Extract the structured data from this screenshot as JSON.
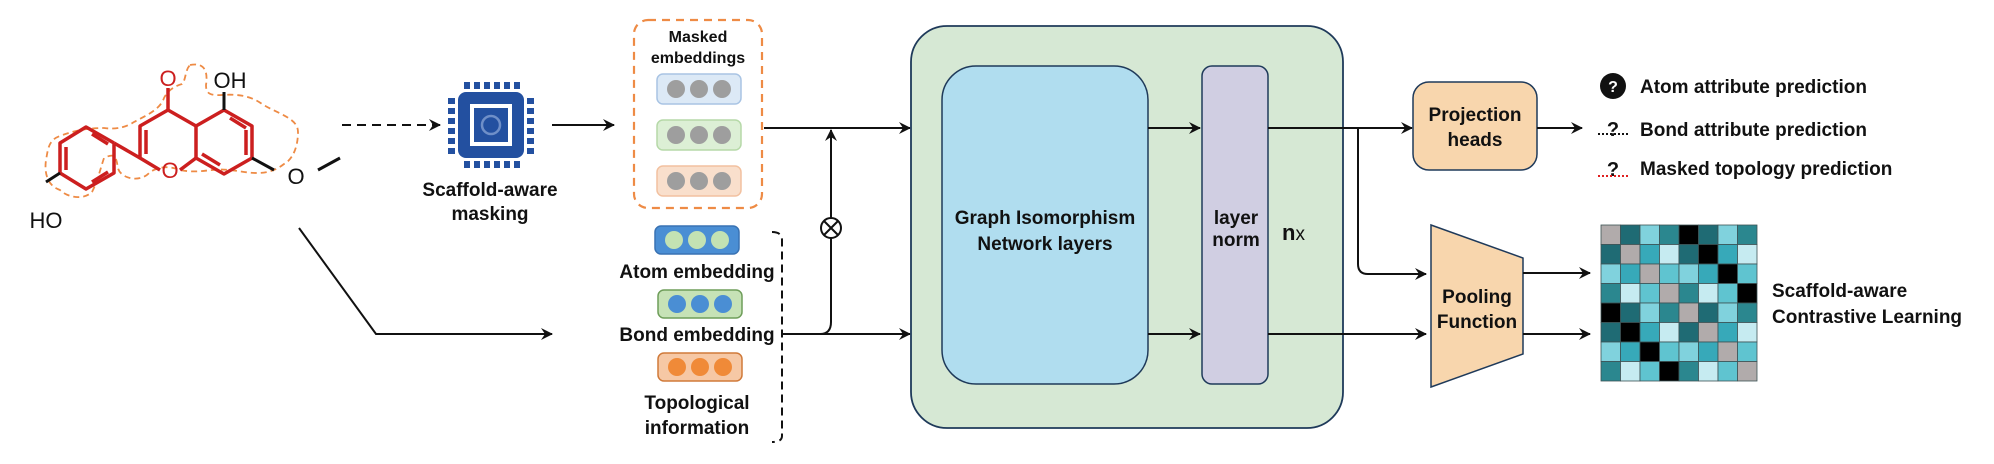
{
  "molecule": {
    "atom_labels": [
      "O",
      "OH",
      "O",
      "O",
      "HO"
    ],
    "scaffold_color": "#cc1f1f",
    "highlight_color": "#ee8b45"
  },
  "masking": {
    "label_line1": "Scaffold-aware",
    "label_line2": "masking",
    "chip_color": "#2350a0"
  },
  "masked_embeddings": {
    "title_line1": "Masked",
    "title_line2": "embeddings",
    "rows": [
      {
        "fill": "#dce9f6",
        "stroke": "#a9c4e4",
        "dot": "#9e9e9e"
      },
      {
        "fill": "#dcefd5",
        "stroke": "#b6d9a8",
        "dot": "#9e9e9e"
      },
      {
        "fill": "#f9dfcc",
        "stroke": "#f2c1a0",
        "dot": "#9e9e9e"
      }
    ]
  },
  "embeddings": [
    {
      "label": "Atom embedding",
      "fill": "#4a8ed4",
      "stroke": "#3972b3",
      "dot": "#c3e2b3"
    },
    {
      "label": "Bond embedding",
      "fill": "#c6e2b6",
      "stroke": "#6f9e5a",
      "dot": "#4a8ed4"
    },
    {
      "label_line1": "Topological",
      "label_line2": "information",
      "fill": "#f6c8a5",
      "stroke": "#d07a3a",
      "dot": "#f08a38"
    }
  ],
  "operator_symbol": "⊗",
  "encoder": {
    "gin_line1": "Graph Isomorphism",
    "gin_line2": "Network layers",
    "norm_line1": "layer",
    "norm_line2": "norm",
    "repeat_n": "n",
    "repeat_x": "x",
    "outer_fill": "#d6e8d4",
    "gin_fill": "#b0ddef",
    "norm_fill": "#d0cee2",
    "border": "#1f3a5a"
  },
  "projection": {
    "line1": "Projection",
    "line2": "heads",
    "fill": "#f8d6ad"
  },
  "pooling": {
    "line1": "Pooling",
    "line2": "Function",
    "fill": "#f8d6ad"
  },
  "predictions": [
    {
      "icon": "question-solid",
      "label": "Atom attribute prediction"
    },
    {
      "icon": "question-dotted",
      "label": "Bond attribute prediction"
    },
    {
      "icon": "question-red-dotted",
      "label": "Masked topology prediction"
    }
  ],
  "contrastive": {
    "line1": "Scaffold-aware",
    "line2": "Contrastive Learning",
    "palette": {
      "G": "#b1abab",
      "D": "#1f6b74",
      "L": "#80d2dd",
      "M": "#2b878f",
      "K": "#000000",
      "T": "#37a9b9",
      "P": "#c6ebf1",
      "C": "#5fc4d0"
    },
    "matrix": [
      [
        "G",
        "D",
        "L",
        "M",
        "K",
        "D",
        "L",
        "M"
      ],
      [
        "D",
        "G",
        "T",
        "P",
        "D",
        "K",
        "T",
        "P"
      ],
      [
        "L",
        "T",
        "G",
        "C",
        "L",
        "T",
        "K",
        "C"
      ],
      [
        "M",
        "P",
        "C",
        "G",
        "M",
        "P",
        "C",
        "K"
      ],
      [
        "K",
        "D",
        "L",
        "M",
        "G",
        "D",
        "L",
        "M"
      ],
      [
        "D",
        "K",
        "T",
        "P",
        "D",
        "G",
        "T",
        "P"
      ],
      [
        "L",
        "T",
        "K",
        "C",
        "L",
        "T",
        "G",
        "C"
      ],
      [
        "M",
        "P",
        "C",
        "K",
        "M",
        "P",
        "C",
        "G"
      ]
    ]
  }
}
